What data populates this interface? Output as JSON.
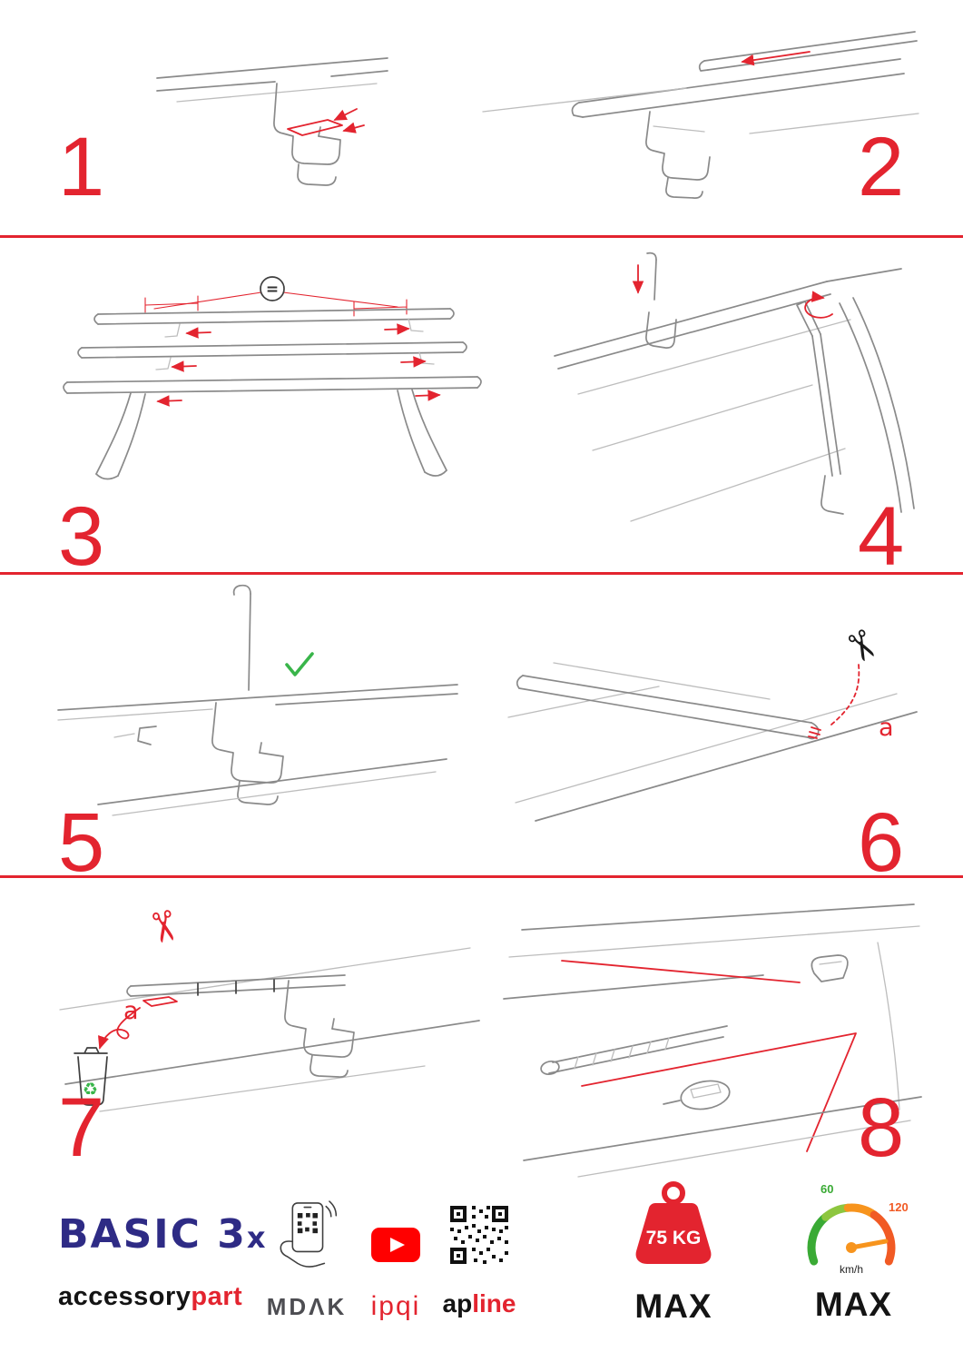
{
  "accent": "#e3242f",
  "steps": [
    {
      "number": "1"
    },
    {
      "number": "2"
    },
    {
      "number": "3"
    },
    {
      "number": "4"
    },
    {
      "number": "5"
    },
    {
      "number": "6"
    },
    {
      "number": "7"
    },
    {
      "number": "8"
    }
  ],
  "annotations": {
    "equal_sign": "=",
    "a_step6": "a",
    "a_step7": "a"
  },
  "icons": {
    "scissors": "✂",
    "recycle": "♻"
  },
  "footer": {
    "brand_title": "BASIC 3",
    "brand_title_suffix": "x",
    "brand_sub_black": "accessory",
    "brand_sub_red": "part",
    "mdak_label": "MDΛK",
    "ipqi_label": "ipqi",
    "apline_black": "ap",
    "apline_red": "line",
    "weight_value": "75 KG",
    "weight_max_label": "MAX",
    "speed_min": "60",
    "speed_max_value": "120",
    "speed_unit": "km/h",
    "speed_max_label": "MAX"
  }
}
